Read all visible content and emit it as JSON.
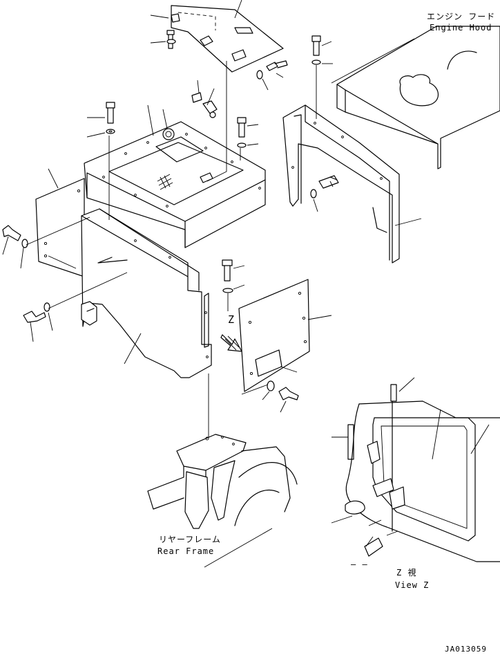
{
  "labels": {
    "engine_hood_jp": "エンジン フード",
    "engine_hood_en": "Engine Hood",
    "rear_frame_jp": "リヤーフレーム",
    "rear_frame_en": "Rear Frame",
    "view_arrow": "Z",
    "view_jp": "Z 視",
    "view_en": "View Z",
    "dash_mark": "— —",
    "drawing_number": "JA013059"
  }
}
